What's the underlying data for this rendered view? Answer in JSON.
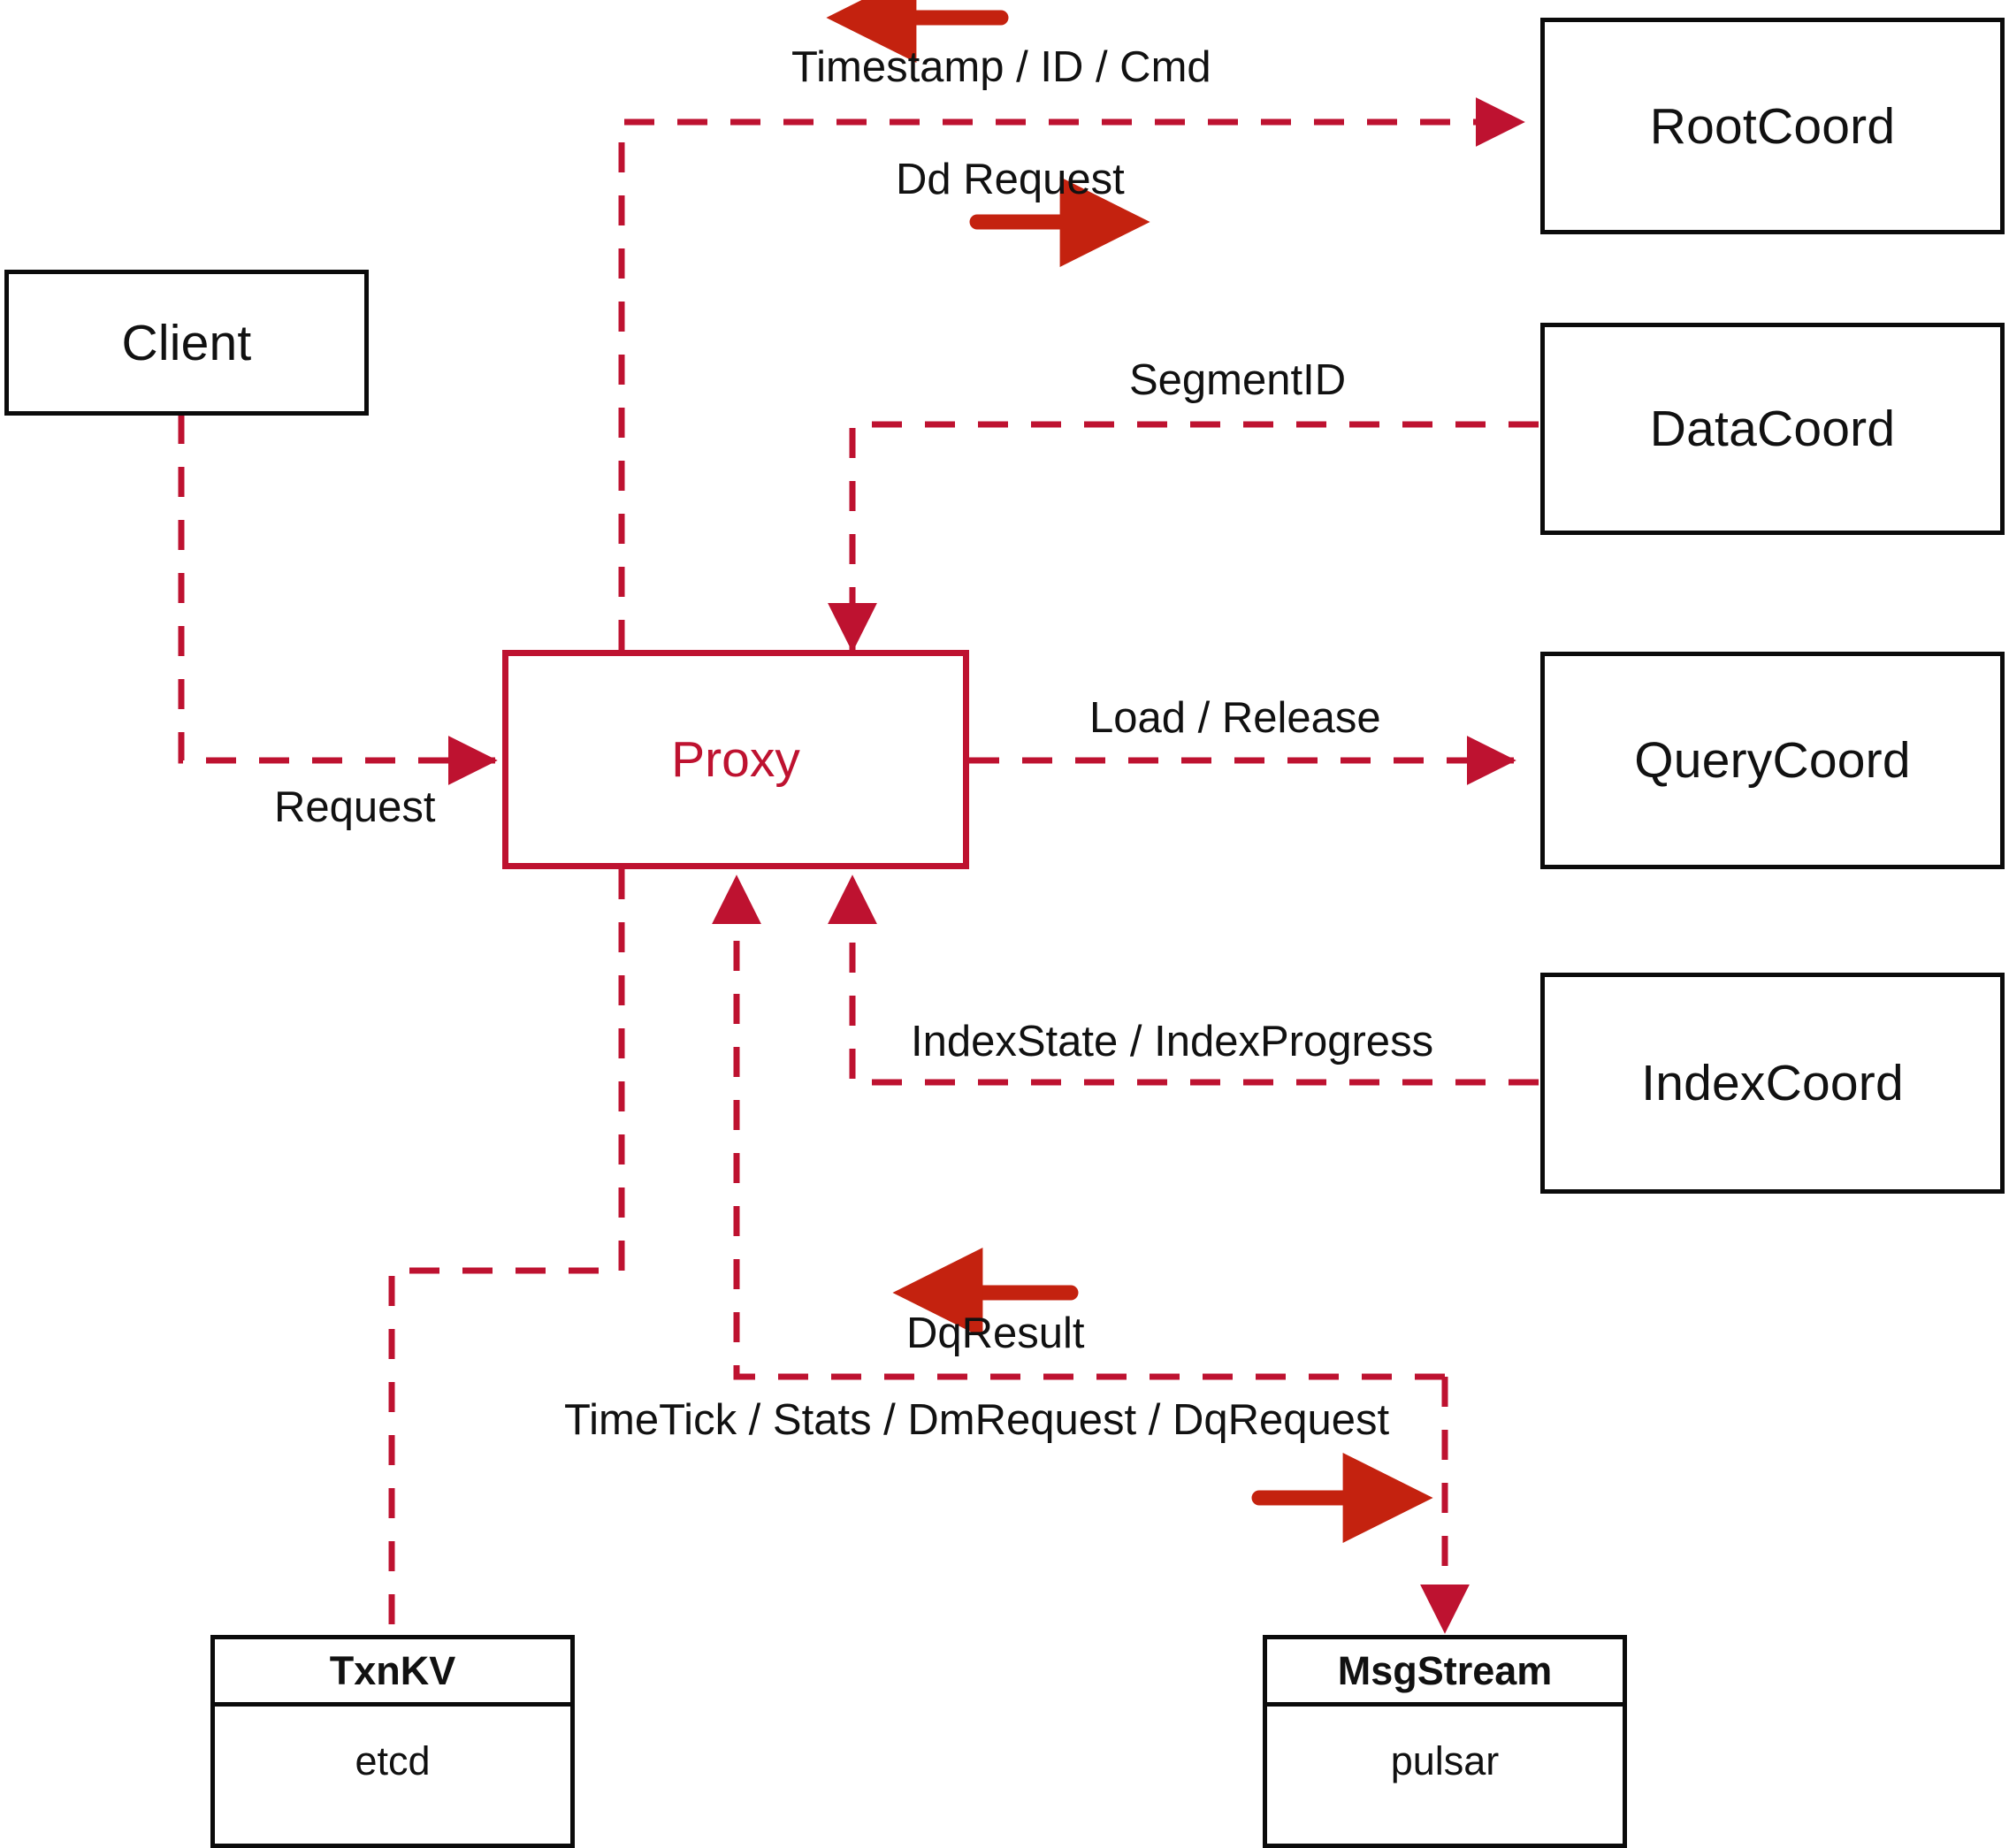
{
  "diagram": {
    "title": "Milvus Proxy interaction diagram",
    "colors": {
      "dashed_line": "#BE1230",
      "solid_arrow": "#C4220F",
      "box_border": "#0b0b0b",
      "proxy_border": "#BE1230",
      "proxy_text": "#BE1230",
      "label_text": "#111111",
      "background": "#ffffff"
    }
  },
  "nodes": {
    "client": {
      "label": "Client"
    },
    "proxy": {
      "label": "Proxy"
    },
    "root_coord": {
      "label": "RootCoord"
    },
    "data_coord": {
      "label": "DataCoord"
    },
    "query_coord": {
      "label": "QueryCoord"
    },
    "index_coord": {
      "label": "IndexCoord"
    },
    "txnkv": {
      "header": "TxnKV",
      "body": "etcd"
    },
    "msgstream": {
      "header": "MsgStream",
      "body": "pulsar"
    }
  },
  "edge_labels": {
    "timestamp_id_cmd": "Timestamp / ID / Cmd",
    "dd_request": "Dd Request",
    "segment_id": "SegmentID",
    "load_release": "Load / Release",
    "index_state_progress": "IndexState / IndexProgress",
    "request": "Request",
    "dq_result": "DqResult",
    "timetick_stats": "TimeTick / Stats / DmRequest / DqRequest"
  }
}
